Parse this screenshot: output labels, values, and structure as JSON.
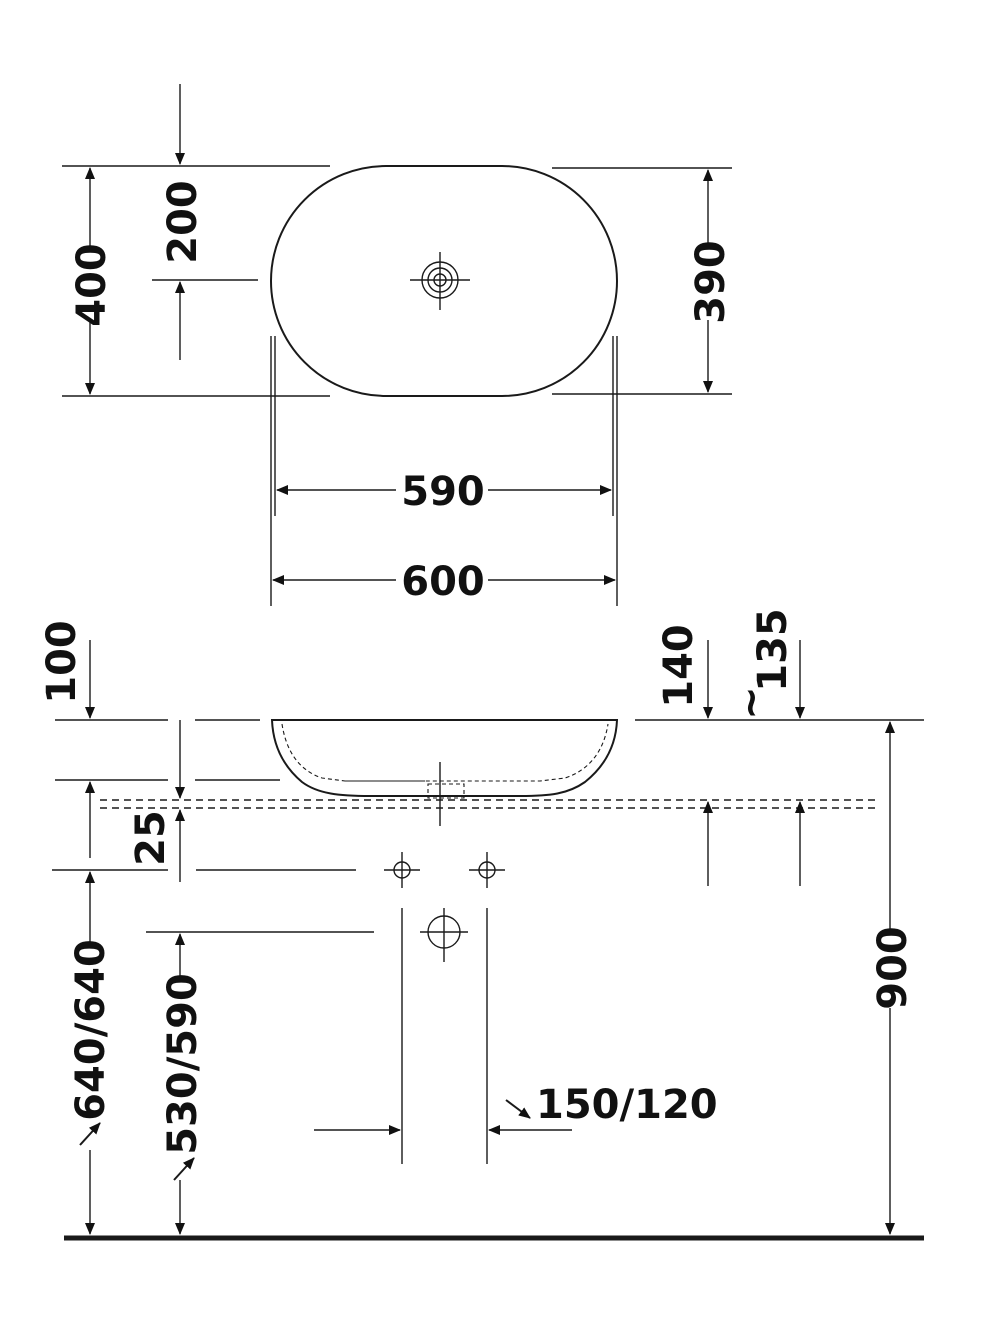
{
  "plan_view": {
    "depth_total": "400",
    "drain_offset": "200",
    "depth_inner": "390",
    "width_inner": "590",
    "width_total": "600"
  },
  "side_view": {
    "bowl_height": "100",
    "overflow_height": "140",
    "approx_prefix": "~",
    "approx_height": "135",
    "counter_thickness": "25",
    "supply_height": "640/640",
    "waste_height": "530/590",
    "total_height": "900",
    "supply_spacing": "150/120"
  },
  "colors": {
    "line": "#1a1a1a",
    "text": "#111111"
  }
}
